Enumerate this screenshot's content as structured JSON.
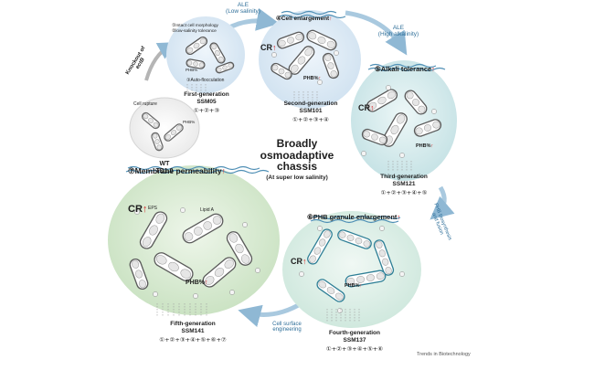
{
  "figure": {
    "center": {
      "title_lines": [
        "Broadly",
        "osmoadaptive",
        "chassis"
      ],
      "subtitle": "(At super low salinity)"
    },
    "wild_type": {
      "name": "WT",
      "strain": "TD1.0",
      "cell_rupture_label": "Cell rupture",
      "phb_label": "PHB%"
    },
    "knockout_label_lines": [
      "Knockout of",
      "ectB"
    ],
    "ale1_label_lines": [
      "ALE",
      "(Low salinity)"
    ],
    "ale2_label_lines": [
      "ALE",
      "(High alkalinity)"
    ],
    "phb_biosynthesis_label_lines": [
      "PHB biosynthesis",
      "and fusion"
    ],
    "cell_surface_label_lines": [
      "Cell surface",
      "engineering"
    ],
    "credit": "Trends in Biotechnology",
    "up_arrow": "↑",
    "generations": [
      {
        "features": [
          "①Intact cell morphology",
          "②low-salinity tolerance",
          "③Auto-flocculation"
        ],
        "name": "First-generation",
        "strain": "SSM05",
        "formula": "①+②+③",
        "phb_label": "PHB%",
        "color": "#dbe9f6"
      },
      {
        "feature": "④Cell enlargement",
        "name": "Second-generation",
        "strain": "SSM101",
        "formula": "①+②+③+④",
        "cr_label": "CR",
        "phb_label": "PHB%",
        "color": "#d5e6f2"
      },
      {
        "feature": "⑤Alkali tolerance",
        "name": "Third-generation",
        "strain": "SSM121",
        "formula": "①+②+③+④+⑤",
        "cr_label": "CR",
        "phb_label": "PHB%",
        "color": "#cfe7ea"
      },
      {
        "feature": "⑥PHB granule enlargement",
        "name": "Fourth-generation",
        "strain": "SSM137",
        "formula": "①+②+③+④+⑤+⑥",
        "cr_label": "CR",
        "phb_label": "PHB%",
        "color": "#d6ebe4"
      },
      {
        "feature": "⑦Membrane permeability",
        "name": "Fifth-generation",
        "strain": "SSM141",
        "formula": "①+②+③+④+⑤+⑥+⑦",
        "cr_label": "CR",
        "phb_label": "PHB%",
        "eps_label": "EPS",
        "lipid_label": "Lipid A",
        "color": "#d3e7cf"
      }
    ],
    "colors": {
      "arrow": "#9fc3dc",
      "arrow_text": "#2f6f99",
      "green_text": "#5a8f3c",
      "red_arrow": "#d62c2c",
      "cell_outline": "#5a5a5a",
      "membrane": "#2f7f96"
    }
  }
}
